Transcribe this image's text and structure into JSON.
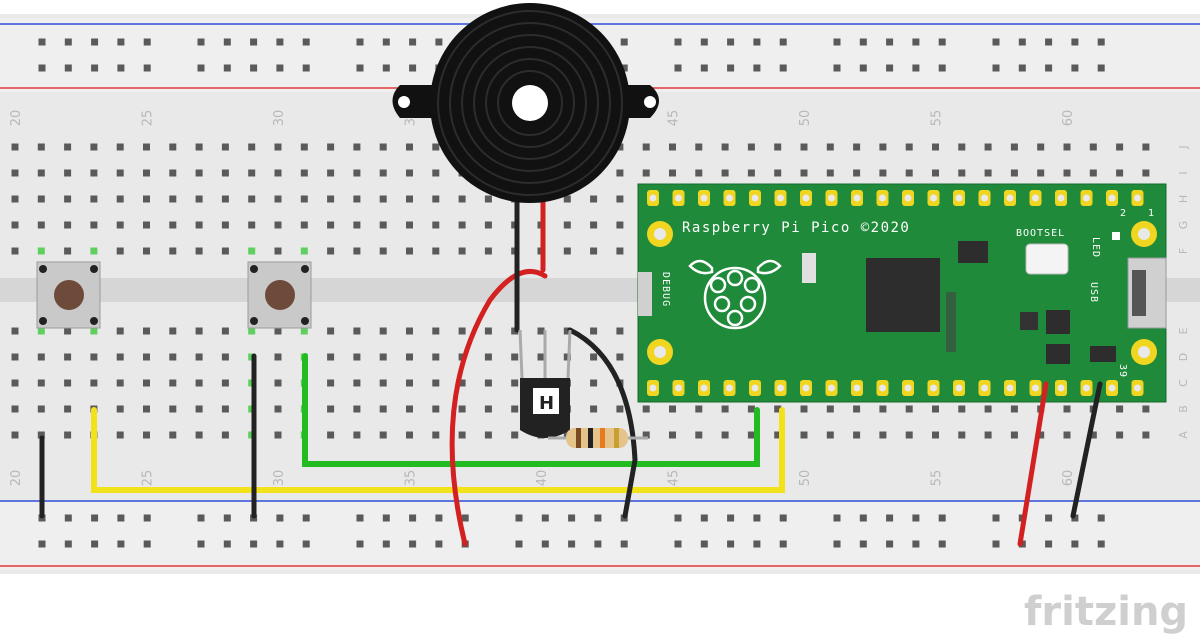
{
  "breadboard": {
    "column_labels": [
      "20",
      "25",
      "30",
      "35",
      "40",
      "45",
      "50",
      "55",
      "60"
    ],
    "row_labels": [
      "J",
      "I",
      "H",
      "G",
      "F",
      "E",
      "D",
      "C",
      "B",
      "A"
    ]
  },
  "pico": {
    "title": "Raspberry Pi Pico ©2020",
    "bootsel": "BOOTSEL",
    "led": "LED",
    "usb": "USB",
    "debug": "DEBUG",
    "pin_2": "2",
    "pin_1": "1",
    "pin_39": "39"
  },
  "components": {
    "buzzer": "buzzer",
    "transistor_mark": "H",
    "buttons": 2,
    "resistor": "resistor"
  },
  "wires": {
    "colors": {
      "red": "#d32020",
      "black": "#222222",
      "green": "#22bb22",
      "yellow": "#f2e21a",
      "rail_blue": "#2b4fd8",
      "rail_red": "#e03a3a",
      "pico_green": "#1f8a3a",
      "pad_yellow": "#f0d620"
    }
  },
  "watermark": "fritzing"
}
